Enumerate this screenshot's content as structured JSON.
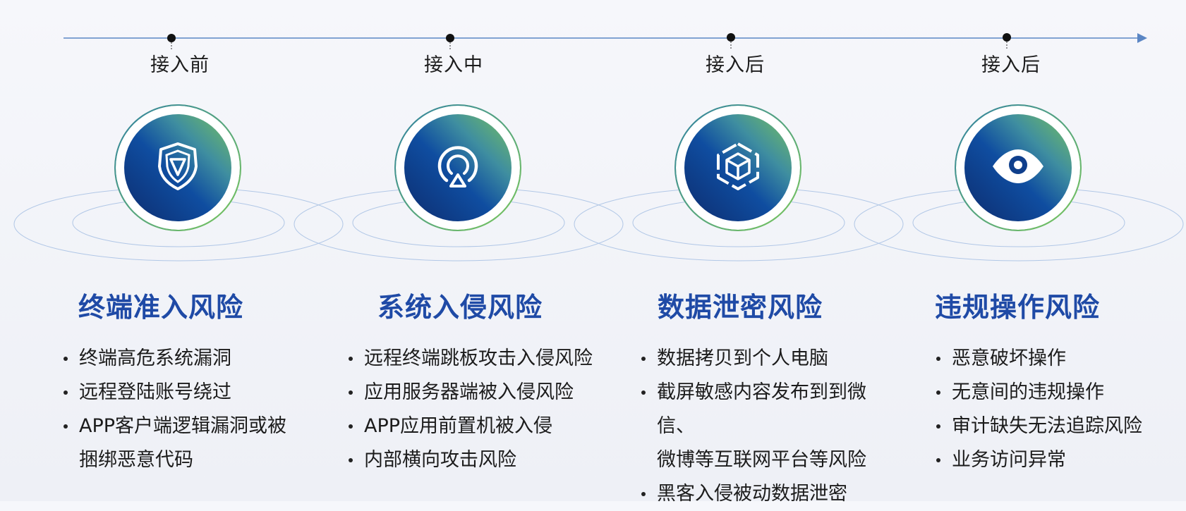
{
  "stages": [
    {
      "label": "接入前"
    },
    {
      "label": "接入中"
    },
    {
      "label": "接入后"
    },
    {
      "label": "接入后"
    }
  ],
  "columns": [
    {
      "icon": "shield-icon",
      "title": "终端准入风险",
      "bullets": [
        "终端高危系统漏洞",
        "远程登陆账号绕过",
        "APP客户端逻辑漏洞或被",
        "捆绑恶意代码"
      ]
    },
    {
      "icon": "remote-access-icon",
      "title": "系统入侵风险",
      "bullets": [
        "远程终端跳板攻击入侵风险",
        "应用服务器端被入侵风险",
        "APP应用前置机被入侵",
        "内部横向攻击风险"
      ]
    },
    {
      "icon": "cube-icon",
      "title": "数据泄密风险",
      "bullets": [
        "数据拷贝到个人电脑",
        "截屏敏感内容发布到到微信、",
        "微博等互联网平台等风险",
        "黑客入侵被动数据泄密"
      ]
    },
    {
      "icon": "eye-icon",
      "title": "违规操作风险",
      "bullets": [
        "恶意破坏操作",
        "无意间的违规操作",
        "审计缺失无法追踪风险",
        "业务访问异常"
      ]
    }
  ],
  "colors": {
    "title": "#1f4aa6",
    "timeline": "#5b86c4",
    "badge_gradient_start": "#0d2c6e",
    "badge_gradient_end": "#76c15e"
  }
}
